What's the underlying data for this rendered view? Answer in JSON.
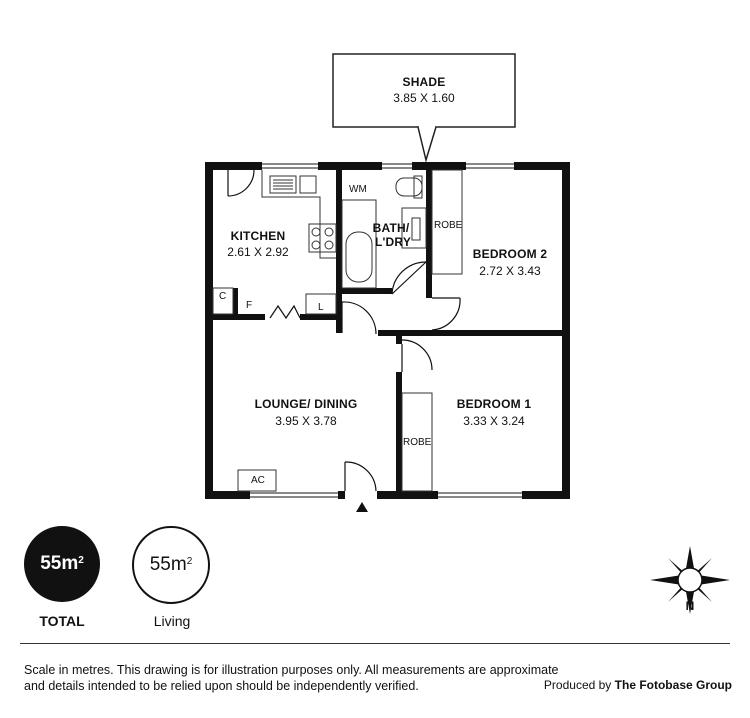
{
  "rooms": {
    "shade": {
      "name": "SHADE",
      "dims": "3.85 X 1.60"
    },
    "kitchen": {
      "name": "KITCHEN",
      "dims": "2.61 X 2.92"
    },
    "bath": {
      "name_line1": "BATH/",
      "name_line2": "L'DRY"
    },
    "bedroom2": {
      "name": "BEDROOM 2",
      "dims": "2.72 X 3.43"
    },
    "lounge": {
      "name": "LOUNGE/ DINING",
      "dims": "3.95 X 3.78"
    },
    "bedroom1": {
      "name": "BEDROOM 1",
      "dims": "3.33 X 3.24"
    }
  },
  "fixtures": {
    "wm": "WM",
    "robe": "ROBE",
    "c": "C",
    "f": "F",
    "l": "L",
    "ac": "AC"
  },
  "areas": {
    "total": {
      "value": "55m",
      "sup": "2",
      "caption": "TOTAL"
    },
    "living": {
      "value": "55m",
      "sup": "2",
      "caption": "Living"
    }
  },
  "compass": {
    "label": "N"
  },
  "footer": {
    "disclaimer": "Scale in metres. This drawing is for illustration purposes only. All measurements are approximate and details intended to be relied upon should be independently verified.",
    "produced_by": "Produced by",
    "company": "The Fotobase Group"
  },
  "colors": {
    "wall": "#111111",
    "line": "#333333"
  }
}
